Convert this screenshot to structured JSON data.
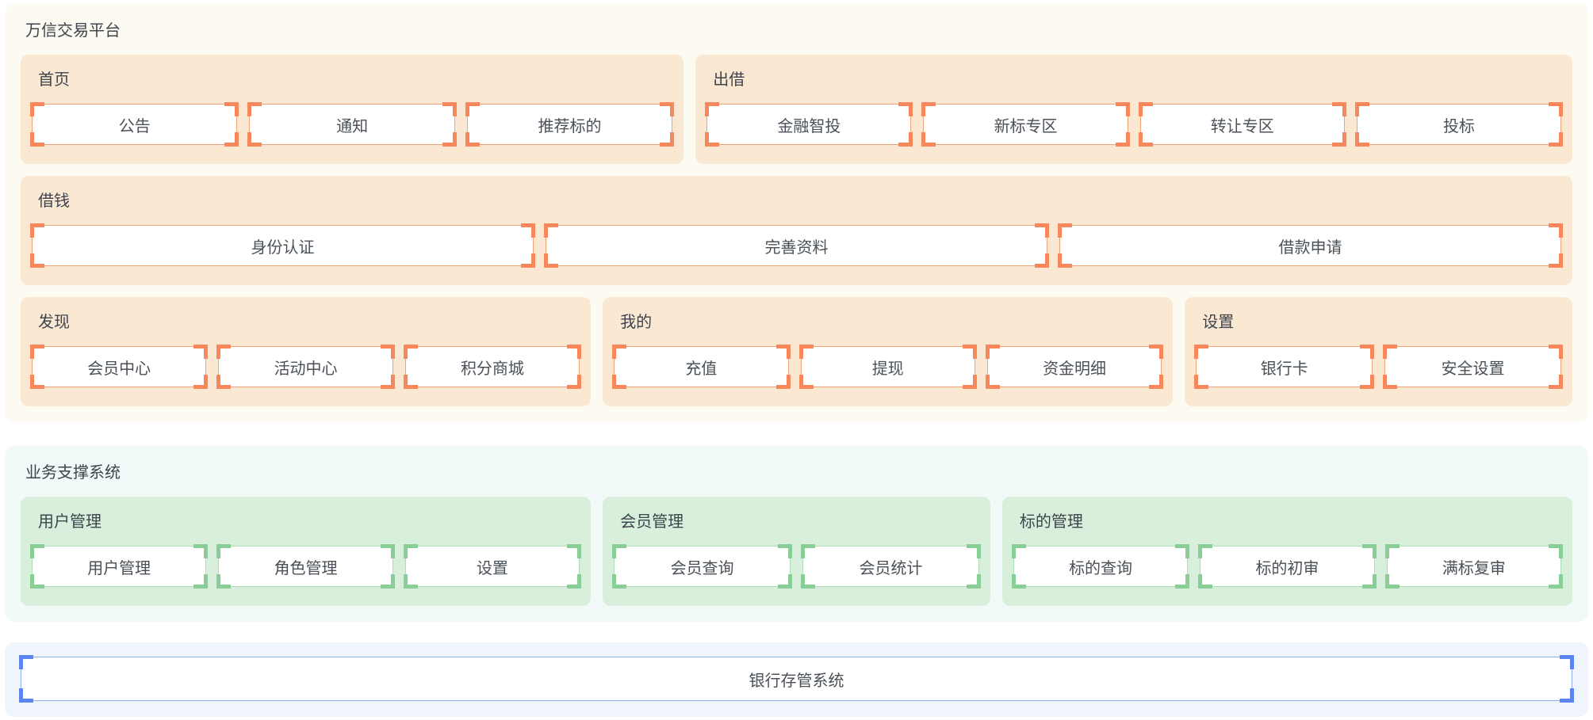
{
  "colors": {
    "cream_bg": "#fdfaf1",
    "peach_group_bg": "#fae8d3",
    "orange_bracket": "#f8885c",
    "orange_border": "#f3a177",
    "teal_bg": "#f1faf8",
    "green_group_bg": "#d7efdb",
    "green_bracket": "#89cd97",
    "green_border": "#afddba",
    "blue_bg": "#eff4fd",
    "blue_bracket": "#5c85f0",
    "blue_border": "#8fadf3",
    "title_text": "#3e444c",
    "button_text": "#4a5057",
    "button_bg": "#ffffff"
  },
  "sections": [
    {
      "id": "trade-platform",
      "theme": "orange",
      "title": "万信交易平台",
      "rows": [
        [
          {
            "id": "home",
            "title": "首页",
            "flex": 3,
            "buttons": [
              "公告",
              "通知",
              "推荐标的"
            ]
          },
          {
            "id": "lend",
            "title": "出借",
            "flex": 4,
            "buttons": [
              "金融智投",
              "新标专区",
              "转让专区",
              "投标"
            ]
          }
        ],
        [
          {
            "id": "borrow",
            "title": "借钱",
            "flex": 1,
            "buttons": [
              "身份认证",
              "完善资料",
              "借款申请"
            ]
          }
        ],
        [
          {
            "id": "discover",
            "title": "发现",
            "flex": 3,
            "buttons": [
              "会员中心",
              "活动中心",
              "积分商城"
            ]
          },
          {
            "id": "mine",
            "title": "我的",
            "flex": 3,
            "buttons": [
              "充值",
              "提现",
              "资金明细"
            ]
          },
          {
            "id": "settings",
            "title": "设置",
            "flex": 2,
            "buttons": [
              "银行卡",
              "安全设置"
            ]
          }
        ]
      ]
    },
    {
      "id": "business-support",
      "theme": "green",
      "title": "业务支撑系统",
      "rows": [
        [
          {
            "id": "user-management",
            "title": "用户管理",
            "flex": 3,
            "buttons": [
              "用户管理",
              "角色管理",
              "设置"
            ]
          },
          {
            "id": "member-management",
            "title": "会员管理",
            "flex": 2,
            "buttons": [
              "会员查询",
              "会员统计"
            ]
          },
          {
            "id": "bid-management",
            "title": "标的管理",
            "flex": 3,
            "buttons": [
              "标的查询",
              "标的初审",
              "满标复审"
            ]
          }
        ]
      ]
    },
    {
      "id": "bank-depository",
      "theme": "blue",
      "title": "",
      "rows": [
        [
          {
            "id": "bank-depository-system",
            "title": "",
            "flex": 1,
            "bare": true,
            "buttons": [
              "银行存管系统"
            ]
          }
        ]
      ]
    }
  ]
}
